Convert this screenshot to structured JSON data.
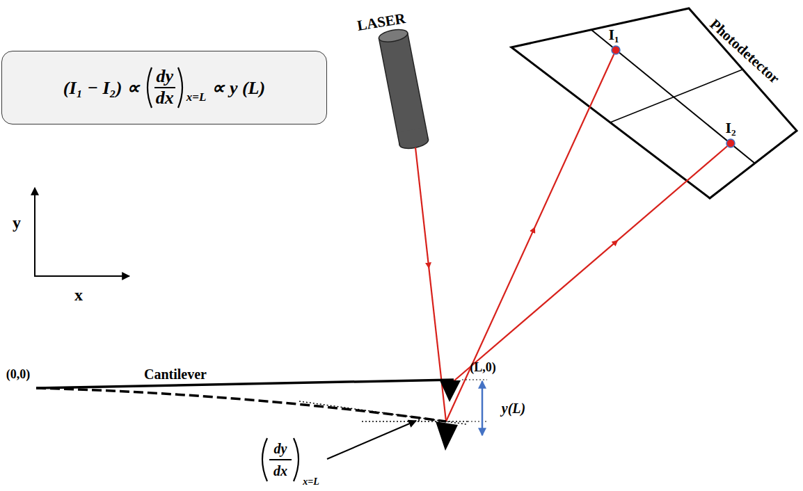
{
  "diagram": {
    "nodes": [
      {
        "text": [
          "(I₁ − I₂) ∝",
          "dy",
          "dx",
          "x=L",
          "∝ y (L)"
        ]
      }
    ],
    "labels": [
      "LASER",
      "Photodetector",
      "I₁",
      "I₂",
      "y",
      "x",
      "(0,0)",
      "Cantilever",
      "(L,0)",
      "y(L)",
      "dy",
      "dx",
      "x=L"
    ]
  }
}
